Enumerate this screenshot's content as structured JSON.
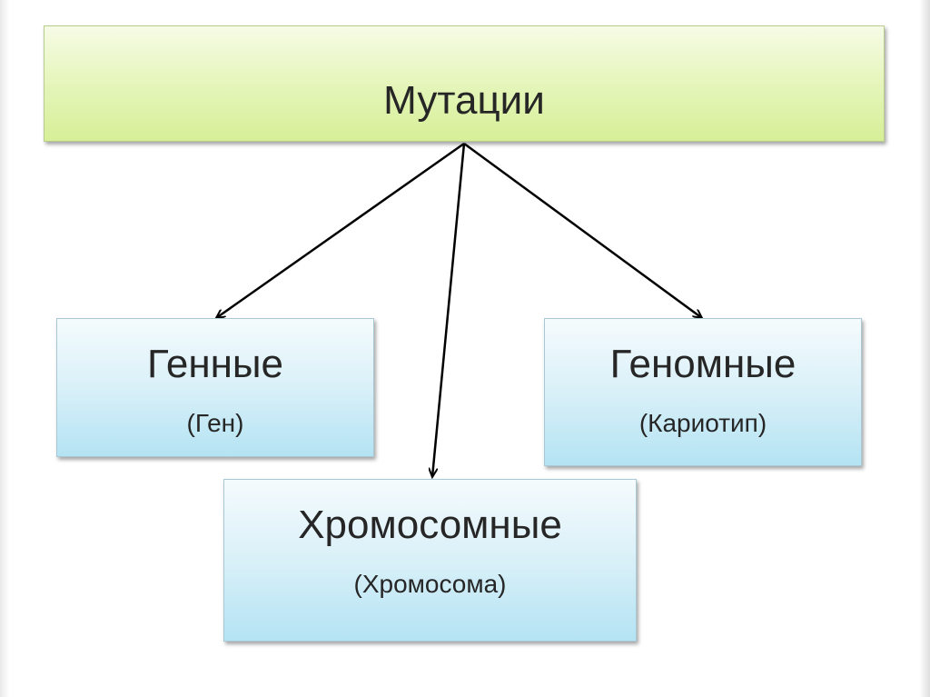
{
  "diagram": {
    "root": {
      "title": "Мутации"
    },
    "children": [
      {
        "key": "gene",
        "title": "Генные",
        "subtitle": "(Ген)"
      },
      {
        "key": "chromosomal",
        "title": "Хромосомные",
        "subtitle": "(Хромосома)"
      },
      {
        "key": "genomic",
        "title": "Геномные",
        "subtitle": "(Кариотип)"
      }
    ],
    "colors": {
      "root_fill": "#e0f3ad",
      "child_fill": "#cdeaf5",
      "arrow": "#000000",
      "text": "#262626"
    }
  }
}
